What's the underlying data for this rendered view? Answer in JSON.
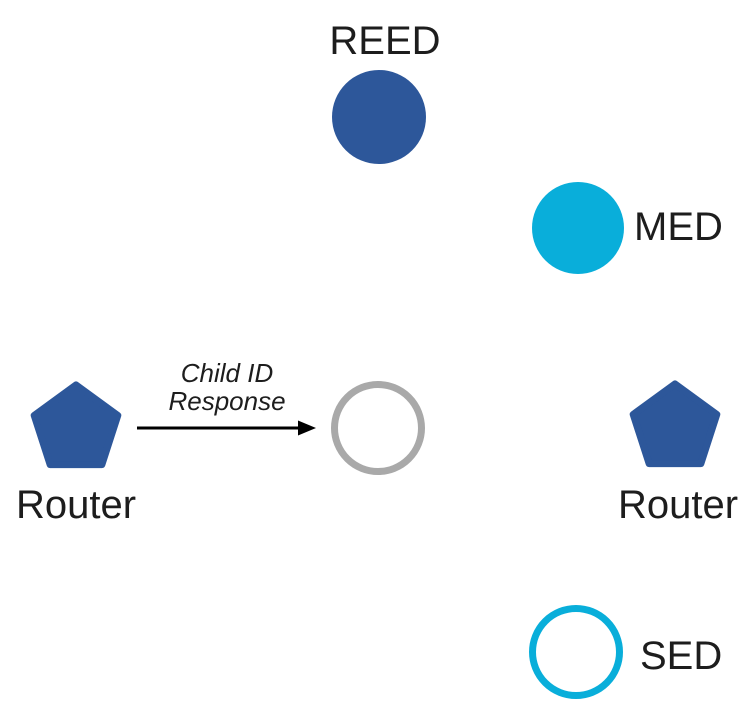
{
  "diagram": {
    "background": "#ffffff",
    "palette": {
      "router_blue": "#2D579A",
      "device_cyan": "#09AEDA",
      "inactive_gray": "#A9A9A9",
      "arrow_black": "#000000",
      "label_text": "#1D1D1D"
    },
    "nodes": {
      "reed": {
        "label": "REED",
        "shape": "filled-circle",
        "color": "#2D579A"
      },
      "med": {
        "label": "MED",
        "shape": "filled-circle",
        "color": "#09AEDA"
      },
      "router_left": {
        "label": "Router",
        "shape": "pentagon",
        "color": "#2D579A"
      },
      "joining_device": {
        "label": "",
        "shape": "outlined-circle",
        "color": "#A9A9A9"
      },
      "router_right": {
        "label": "Router",
        "shape": "pentagon",
        "color": "#2D579A"
      },
      "sed": {
        "label": "SED",
        "shape": "outlined-circle",
        "color": "#09AEDA"
      }
    },
    "message_arrow": {
      "line1": "Child ID",
      "line2": "Response"
    }
  }
}
